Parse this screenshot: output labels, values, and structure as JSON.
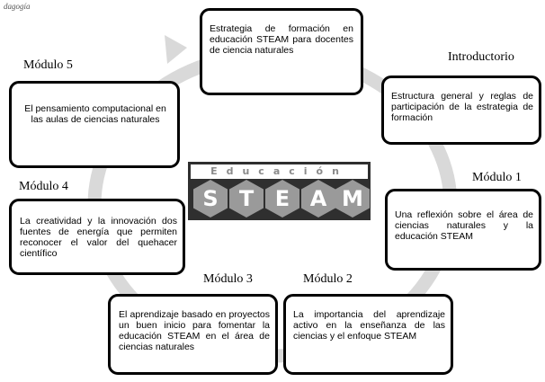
{
  "caption": "dagogía",
  "center": {
    "text": "Estrategia de formación en educación STEAM para docentes de ciencia naturales"
  },
  "modules": [
    {
      "label": "Introductorio",
      "text": "Estructura general y reglas de participación de la estrategia de formación"
    },
    {
      "label": "Módulo 1",
      "text": "Una reflexión sobre el área de ciencias naturales y la educación STEAM"
    },
    {
      "label": "Módulo 2",
      "text": "La importancia del aprendizaje activo en la enseñanza de las ciencias y el enfoque STEAM"
    },
    {
      "label": "Módulo 3",
      "text": "El aprendizaje basado en proyectos un buen inicio para fomentar la educación STEAM en el área de ciencias naturales"
    },
    {
      "label": "Módulo 4",
      "text": "La creatividad y la innovación dos fuentes de energía que permiten reconocer el valor del quehacer científico"
    },
    {
      "label": "Módulo 5",
      "text": "El pensamiento computacional en las aulas de ciencias naturales"
    }
  ],
  "logo": {
    "top": "Educación",
    "letters": [
      "S",
      "T",
      "E",
      "A",
      "M"
    ]
  },
  "colors": {
    "ring": "#d9d9d9",
    "logo_bg": "#2f2f2f",
    "hex": "#9a9a9a"
  }
}
